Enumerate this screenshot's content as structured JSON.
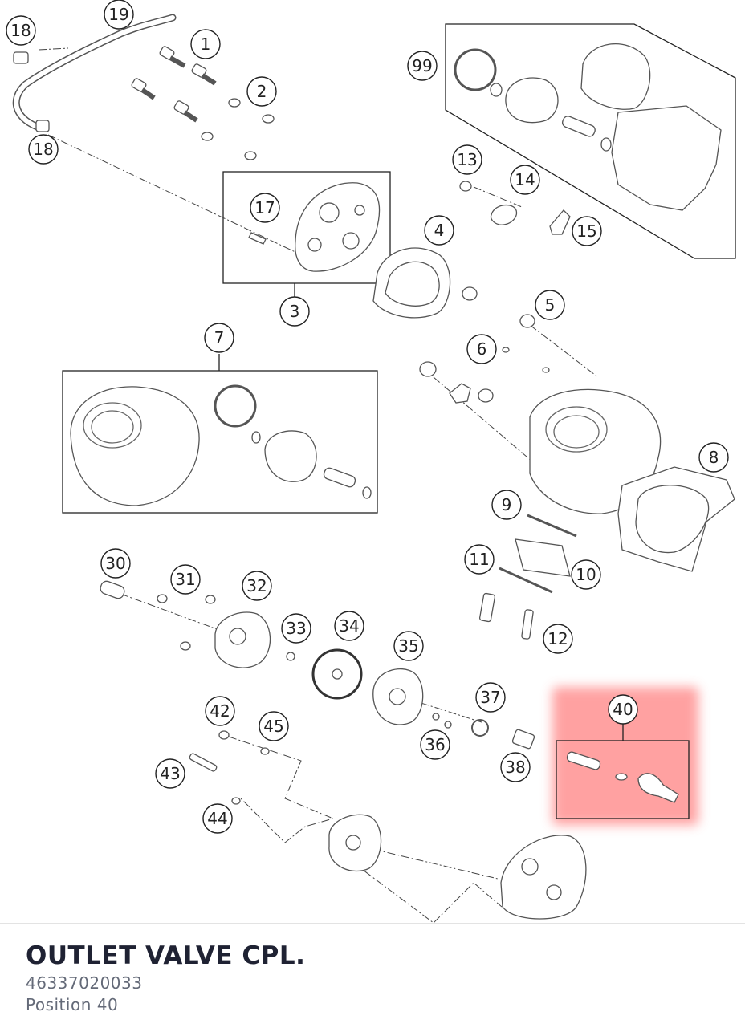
{
  "diagram": {
    "callouts": [
      "18",
      "19",
      "1",
      "2",
      "3",
      "17",
      "99",
      "13",
      "14",
      "15",
      "4",
      "5",
      "6",
      "7",
      "8",
      "9",
      "10",
      "11",
      "12",
      "30",
      "31",
      "32",
      "33",
      "34",
      "35",
      "36",
      "37",
      "38",
      "40",
      "42",
      "43",
      "44",
      "45"
    ],
    "highlight_color": "#ff8a8a"
  },
  "footer": {
    "title": "OUTLET VALVE CPL.",
    "part_number": "46337020033",
    "position_label": "Position 40"
  }
}
